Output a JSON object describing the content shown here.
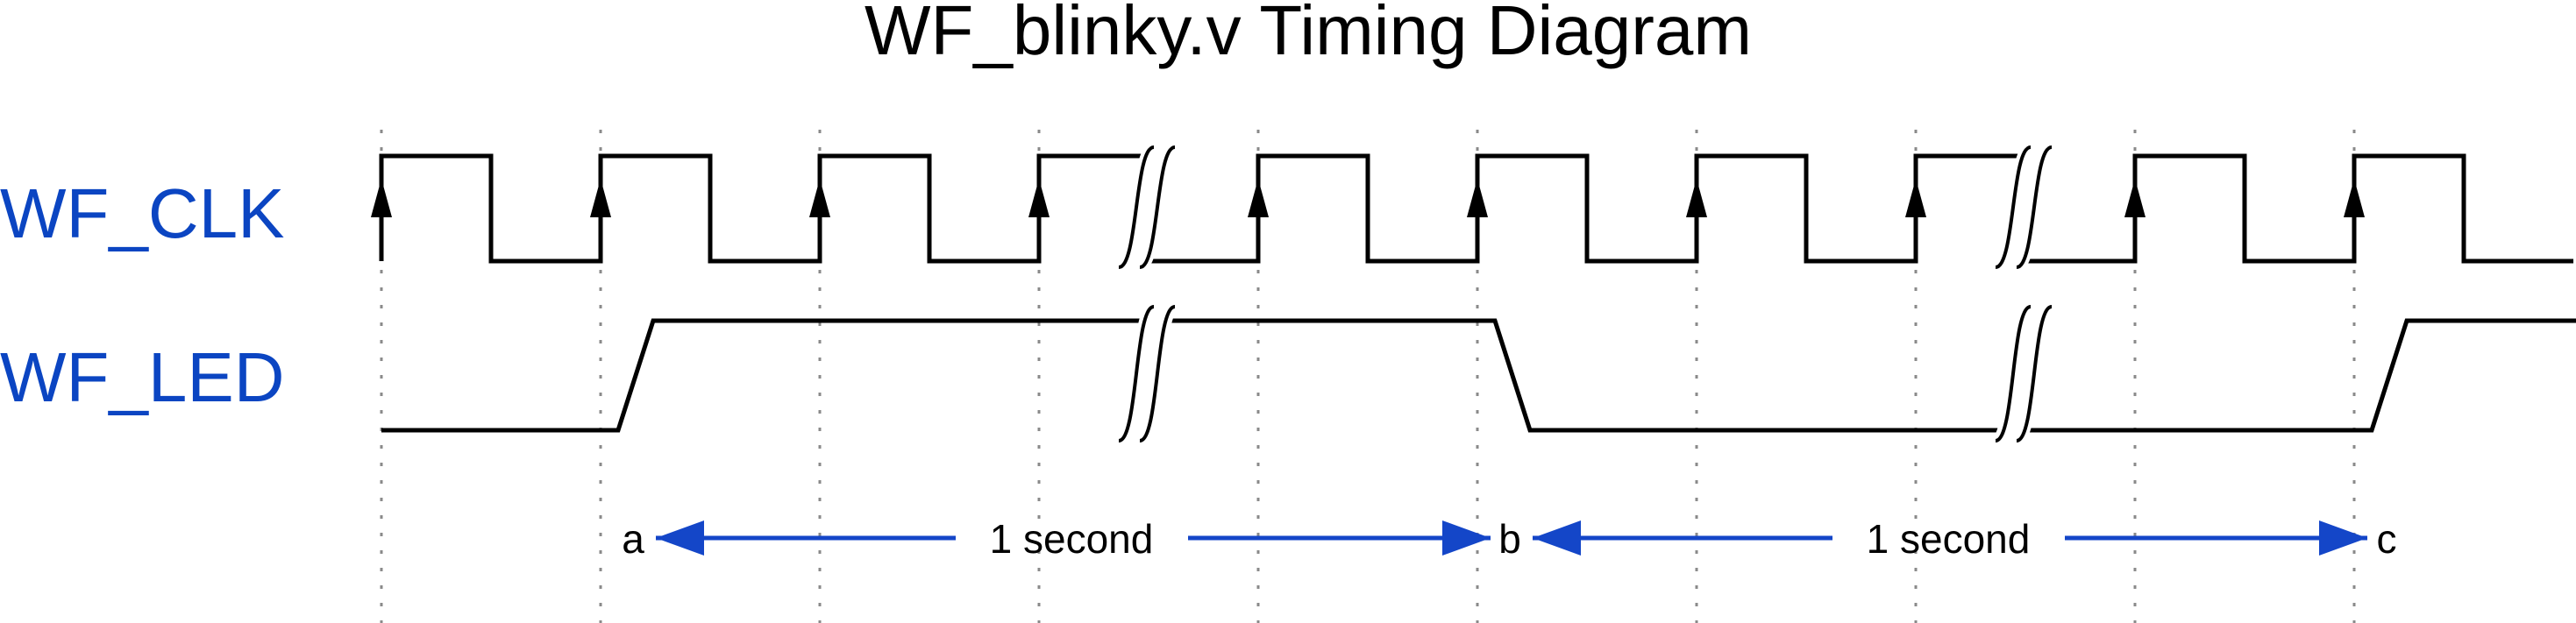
{
  "title": "WF_blinky.v Timing Diagram",
  "signals": {
    "clk": {
      "label": "WF_CLK"
    },
    "led": {
      "label": "WF_LED"
    }
  },
  "markers": {
    "a": "a",
    "b": "b",
    "c": "c"
  },
  "intervals": [
    {
      "label": "1 second",
      "from": "a",
      "to": "b"
    },
    {
      "label": "1 second",
      "from": "b",
      "to": "c"
    }
  ],
  "colors": {
    "label_blue": "#0b45c2",
    "arrow_blue": "#1446c8",
    "waveform": "#000000",
    "grid": "#8a8a8a"
  }
}
